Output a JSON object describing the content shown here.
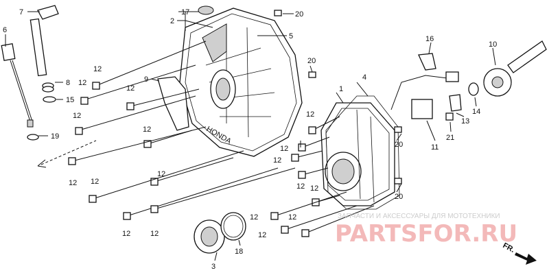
{
  "cover": {
    "logo": "HONDA"
  },
  "callouts": {
    "c1": "1",
    "c2": "2",
    "c3": "3",
    "c4": "4",
    "c5": "5",
    "c6": "6",
    "c7": "7",
    "c8": "8",
    "c9": "9",
    "c10": "10",
    "c11": "11",
    "c12": "12",
    "c13": "13",
    "c14": "14",
    "c15": "15",
    "c16": "16",
    "c17": "17",
    "c18": "18",
    "c19": "19",
    "c20": "20",
    "c21": "21"
  },
  "watermark": {
    "caption": "ЗАПЧАСТИ И АКСЕССУАРЫ ДЛЯ МОТОТЕХНИКИ",
    "logo": "PARTSFOR.RU"
  },
  "direction": {
    "front": "FR."
  }
}
